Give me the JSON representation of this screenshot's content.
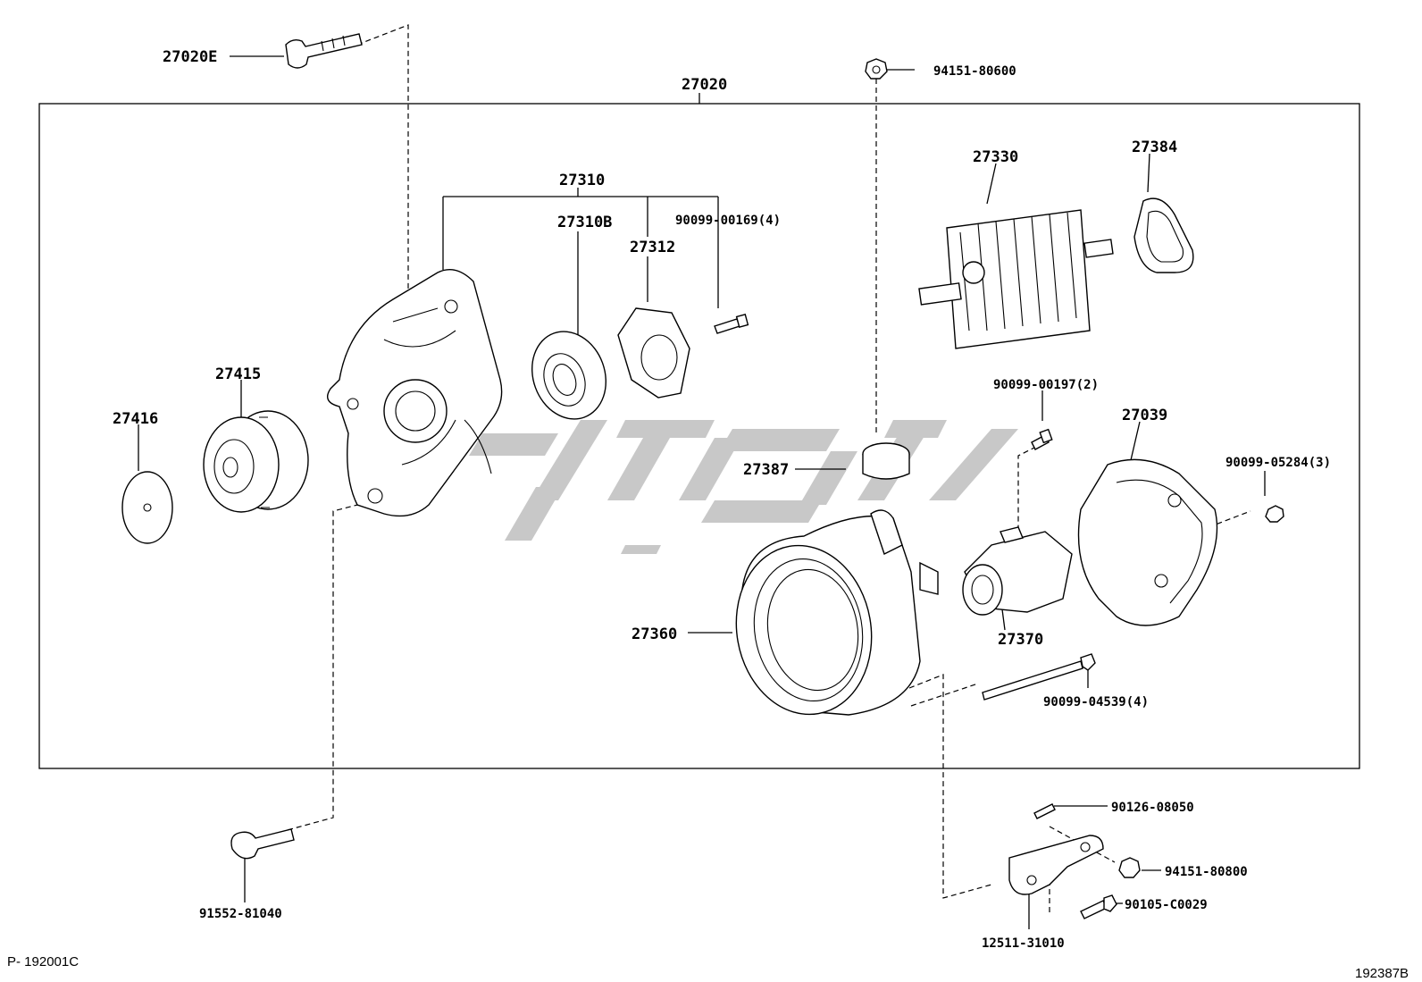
{
  "labels": {
    "p27020E": "27020E",
    "p27020": "27020",
    "p94151_80600": "94151-80600",
    "p27310": "27310",
    "p27310B": "27310B",
    "p90099_00169": "90099-00169(4)",
    "p27312": "27312",
    "p27330": "27330",
    "p27384": "27384",
    "p27415": "27415",
    "p27416": "27416",
    "p90099_00197": "90099-00197(2)",
    "p27039": "27039",
    "p90099_05284": "90099-05284(3)",
    "p27387": "27387",
    "p27360": "27360",
    "p27370": "27370",
    "p90099_04539": "90099-04539(4)",
    "p90126_08050": "90126-08050",
    "p94151_80800": "94151-80800",
    "p90105_C0029": "90105-C0029",
    "p12511_31010": "12511-31010",
    "p91552_81040": "91552-81040"
  },
  "corners": {
    "left": "P- 192001C",
    "right": "192387B"
  }
}
